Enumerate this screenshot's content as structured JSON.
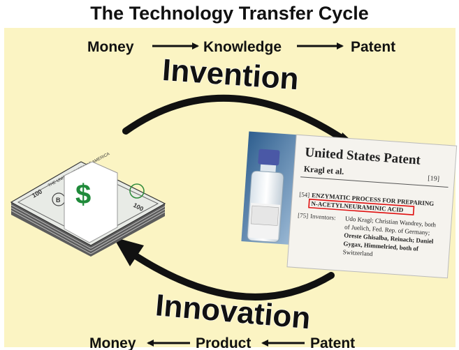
{
  "title": "The Technology Transfer Cycle",
  "top_flow": {
    "money": "Money",
    "knowledge": "Knowledge",
    "patent": "Patent"
  },
  "bottom_flow": {
    "money": "Money",
    "product": "Product",
    "patent": "Patent"
  },
  "cycle_labels": {
    "invention": "Invention",
    "innovation": "Innovation"
  },
  "money_stack": {
    "bill_number": "100",
    "seal_number": "B",
    "bill_text": "THE UNITED STATES OF AMERICA",
    "band_symbol": "$"
  },
  "patent_doc": {
    "heading": "United States Patent",
    "authors": "Kragl et al.",
    "bracket_19": "[19]",
    "field_54": "[54]",
    "title_line1": "ENZYMATIC PROCESS FOR PREPARING",
    "title_line2": "N-ACETYLNEURAMINIC ACID",
    "field_75": "[75]",
    "inventors_label": "Inventors:",
    "inventors_lines": [
      "Udo Kragl; Christian Wandrey, both",
      "of Juelich, Fed. Rep. of Germany;",
      "Oreste Ghisalba, Reinach; Daniel",
      "Gygax, Himmelried, both of",
      "Switzerland"
    ]
  },
  "colors": {
    "panel": "#fbf4c3",
    "arrow": "#111111",
    "highlight": "#e01010",
    "money_green": "#1f8a3a"
  }
}
